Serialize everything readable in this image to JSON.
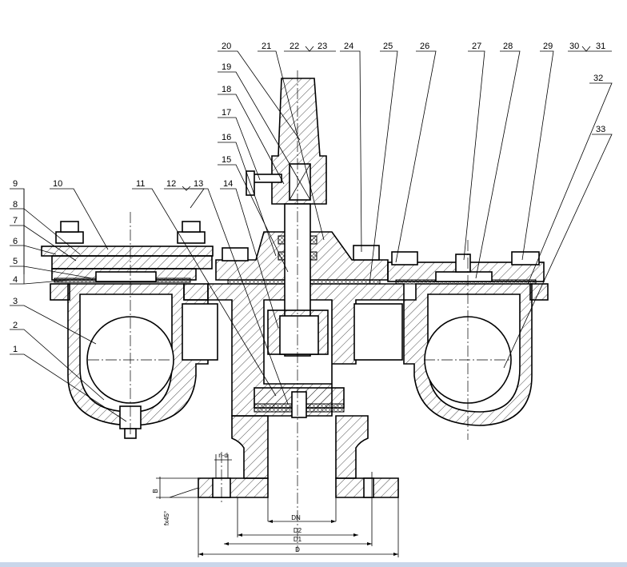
{
  "callouts": [
    "1",
    "2",
    "3",
    "4",
    "5",
    "6",
    "7",
    "8",
    "9",
    "10",
    "11",
    "12",
    "13",
    "14",
    "15",
    "16",
    "17",
    "18",
    "19",
    "20",
    "21",
    "22",
    "23",
    "24",
    "25",
    "26",
    "27",
    "28",
    "29",
    "30",
    "31",
    "32",
    "33"
  ],
  "dimensions": {
    "dn": "DN",
    "d2": "D2",
    "d1": "D1",
    "d": "D",
    "b": "B",
    "holes": "n-d",
    "chamfer": "fx45°"
  },
  "colors": {
    "line": "#000000",
    "background": "#ffffff",
    "bottom_bar": "#c9d6ea"
  }
}
